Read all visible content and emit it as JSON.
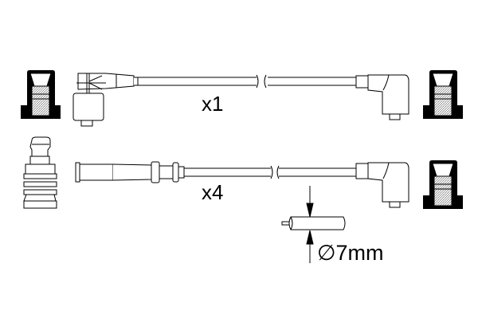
{
  "diagram": {
    "type": "ignition-cable-set",
    "cables": [
      {
        "id": "cable-1",
        "quantity_label": "x1",
        "start_connector": "angled-distributor-boot",
        "end_connector": "angled-plug-boot"
      },
      {
        "id": "cable-2",
        "quantity_label": "x4",
        "start_connector": "straight-boot",
        "end_connector": "angled-plug-boot"
      }
    ],
    "dimension": {
      "symbol": "∅",
      "value": "7mm",
      "label": "∅7mm"
    },
    "colors": {
      "line": "#000000",
      "background": "#ffffff"
    }
  }
}
